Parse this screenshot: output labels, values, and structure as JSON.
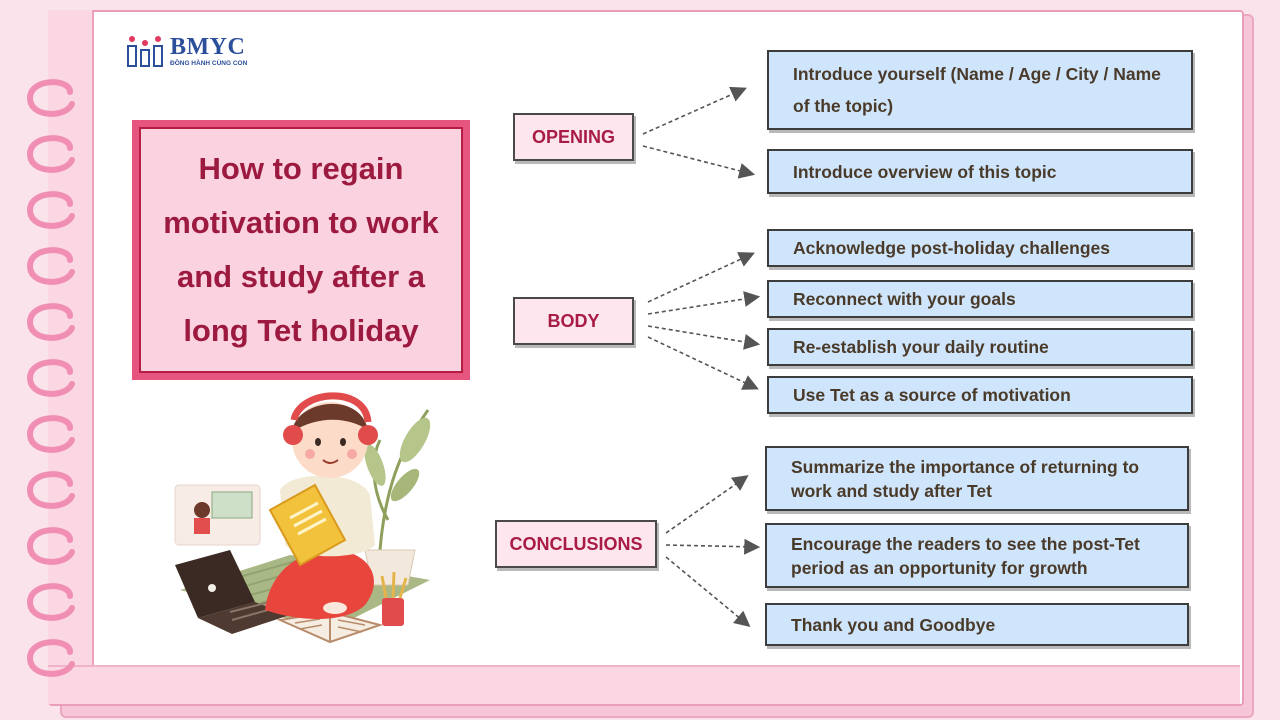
{
  "logo": {
    "name": "BMYC",
    "tagline": "ĐỒNG HÀNH CÙNG CON"
  },
  "title": "How to regain motivation to work and study after a long Tet holiday",
  "sections": {
    "opening": {
      "label": "OPENING",
      "items": [
        "Introduce yourself (Name / Age / City / Name of the topic)",
        "Introduce overview of this topic"
      ]
    },
    "body": {
      "label": "BODY",
      "items": [
        "Acknowledge post-holiday challenges",
        "Reconnect with your goals",
        "Re-establish your daily routine",
        "Use Tet as a source of motivation"
      ]
    },
    "conclusions": {
      "label": "CONCLUSIONS",
      "items": [
        "Summarize the importance of returning to work and study after Tet",
        "Encourage the readers to see the post-Tet period as an opportunity for growth",
        "Thank you and Goodbye"
      ]
    }
  },
  "colors": {
    "background": "#fbe3ec",
    "title_fill": "#fbd3e0",
    "title_border": "#e5557d",
    "title_text": "#9c1a3f",
    "label_fill": "#fde6ee",
    "label_text": "#a81c45",
    "item_fill": "#cfe5fb",
    "item_text": "#4a3a2a",
    "logo": "#2b4f9a"
  },
  "illustration": "child-studying-with-headphones-laptop-book-plant"
}
